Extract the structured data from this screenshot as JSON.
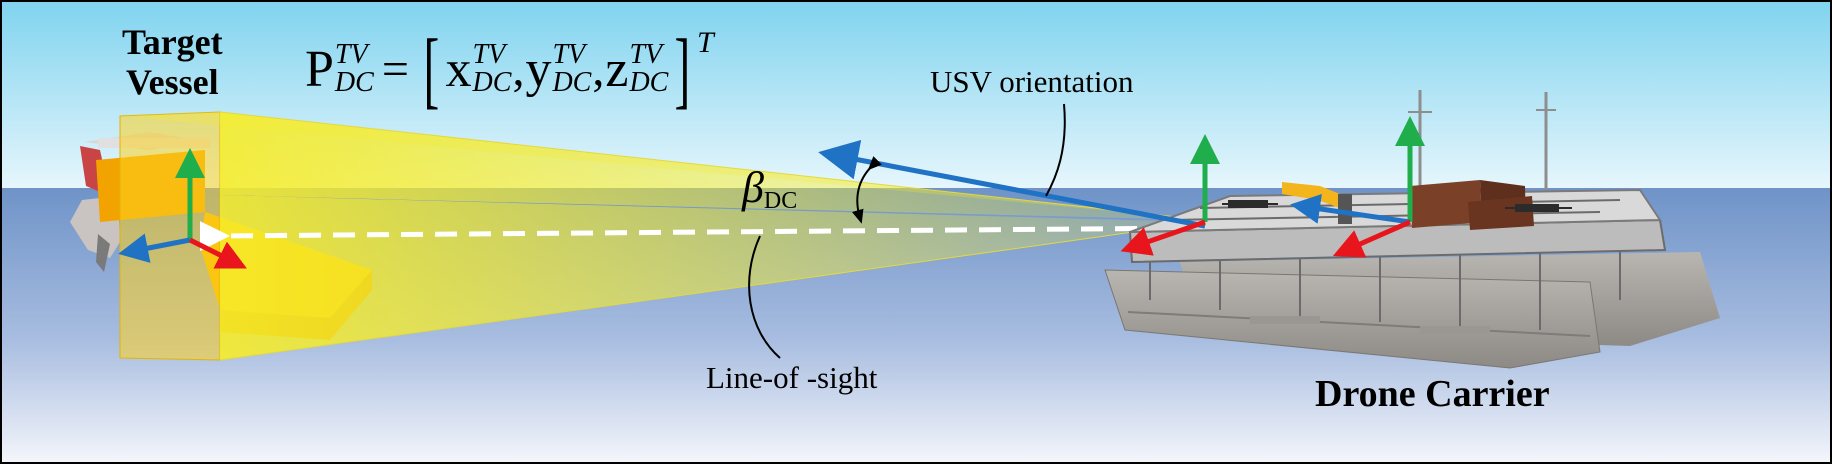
{
  "labels": {
    "target_vessel_line1": "Target",
    "target_vessel_line2": "Vessel",
    "drone_carrier": "Drone Carrier",
    "usv_orientation": "USV orientation",
    "line_of_sight": "Line-of -sight"
  },
  "angle": {
    "symbol": "β",
    "subscript": "DC"
  },
  "equation": {
    "lhs_base": "P",
    "lhs_sup": "TV",
    "lhs_sub": "DC",
    "equals": "=",
    "terms": [
      {
        "base": "x",
        "sup": "TV",
        "sub": "DC"
      },
      {
        "base": "y",
        "sup": "TV",
        "sub": "DC"
      },
      {
        "base": "z",
        "sup": "TV",
        "sub": "DC"
      }
    ],
    "separator": ",",
    "transpose": "T"
  },
  "colors": {
    "sky_top": "#7fd3ef",
    "sky_bottom": "#e6f6fc",
    "sea_top": "#6f93c8",
    "sea_bottom": "#f2f5fb",
    "view_frustum": "#f2ea2e",
    "target_box": "#ffd21f",
    "usv_arrow": "#1f72c4",
    "axis_x": "#e8161c",
    "axis_y": "#1fae4b",
    "axis_z": "#1f72c4"
  }
}
